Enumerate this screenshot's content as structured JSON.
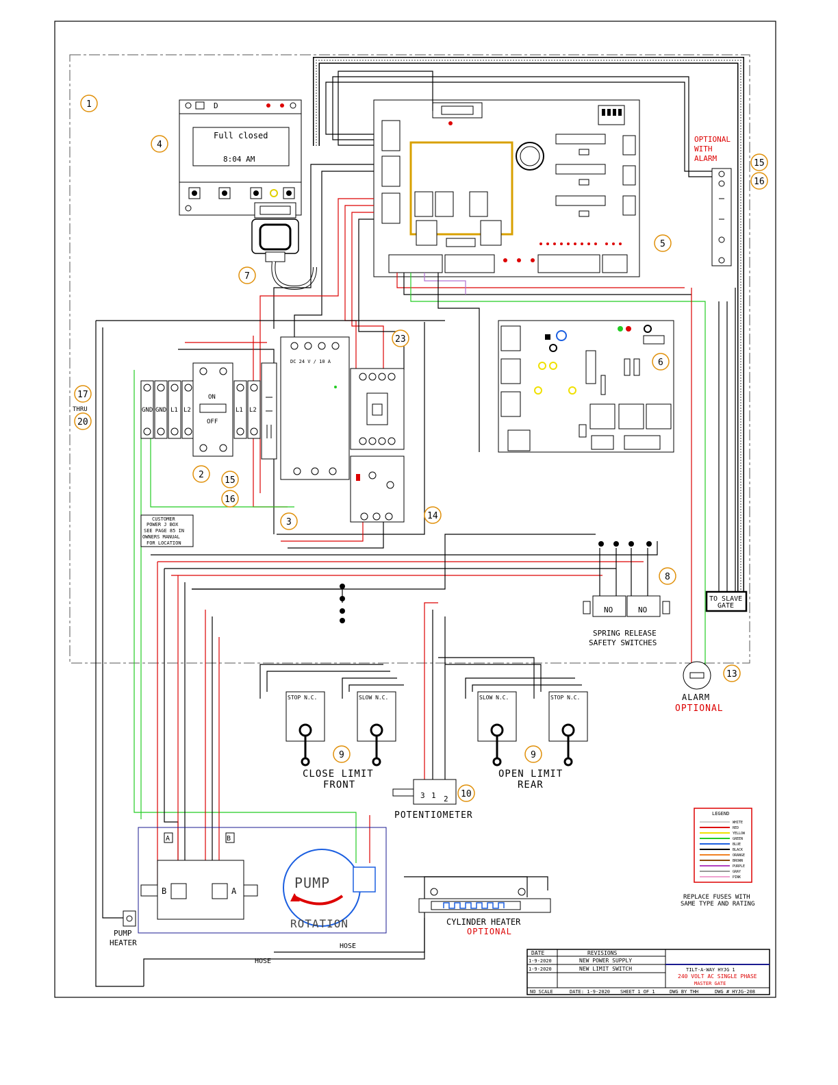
{
  "display": {
    "status_text": "Full closed",
    "time_text": "8:04 AM",
    "panel_letter": "D"
  },
  "callouts": [
    "1",
    "2",
    "3",
    "4",
    "5",
    "6",
    "7",
    "8",
    "9",
    "9",
    "10",
    "13",
    "14",
    "15",
    "16",
    "15",
    "16",
    "17",
    "20",
    "23"
  ],
  "labels": {
    "thru": "THRU",
    "optional_with_alarm": [
      "OPTIONAL",
      "WITH",
      "ALARM"
    ],
    "on": "ON",
    "off": "OFF",
    "terminals": [
      "GND",
      "GND",
      "L1",
      "L2",
      "L1",
      "L2"
    ],
    "customer_box": [
      "CUSTOMER",
      "POWER J BOX",
      "SEE PAGE 85 IN",
      "OWNERS MANUAL",
      "FOR LOCATION"
    ],
    "power_supply": "DC 24 V / 10 A",
    "stop_nc": "STOP N.C.",
    "slow_nc": "SLOW N.C.",
    "close_limit": [
      "CLOSE LIMIT",
      "FRONT"
    ],
    "open_limit": [
      "OPEN LIMIT",
      "REAR"
    ],
    "potentiometer": "POTENTIOMETER",
    "pot_pins": [
      "3",
      "1",
      "2"
    ],
    "spring_release": [
      "SPRING RELEASE",
      "SAFETY SWITCHES"
    ],
    "no": "NO",
    "to_slave_gate": [
      "TO SLAVE",
      "GATE"
    ],
    "alarm": "ALARM",
    "optional": "OPTIONAL",
    "pump": "PUMP",
    "rotation": "ROTATION",
    "port_a": "A",
    "port_b": "B",
    "pump_heater": [
      "PUMP",
      "HEATER"
    ],
    "hose": "HOSE",
    "cylinder_heater": "CYLINDER HEATER",
    "replace_fuses": [
      "REPLACE FUSES WITH",
      "SAME TYPE AND RATING"
    ]
  },
  "legend": {
    "title": "LEGEND",
    "items": [
      {
        "name": "WHITE",
        "color": "#cccccc"
      },
      {
        "name": "RED",
        "color": "#dd0000"
      },
      {
        "name": "YELLOW",
        "color": "#f0e000"
      },
      {
        "name": "GREEN",
        "color": "#22cc22"
      },
      {
        "name": "BLUE",
        "color": "#1a5ee0"
      },
      {
        "name": "BLACK",
        "color": "#000000"
      },
      {
        "name": "ORANGE",
        "color": "#f08020"
      },
      {
        "name": "BROWN",
        "color": "#8a4a10"
      },
      {
        "name": "PURPLE",
        "color": "#b040c0"
      },
      {
        "name": "GRAY",
        "color": "#999999"
      },
      {
        "name": "PINK",
        "color": "#f0a0d0"
      }
    ]
  },
  "title_block": {
    "date_header": "DATE",
    "revisions_header": "REVISIONS",
    "revisions": [
      {
        "date": "1-9-2020",
        "text": "NEW POWER SUPPLY"
      },
      {
        "date": "1-9-2020",
        "text": "NEW LIMIT SWITCH"
      }
    ],
    "product": "TILT-A-WAY HYJG 1",
    "spec": "240 VOLT AC SINGLE PHASE",
    "gate": "MASTER GATE",
    "scale": "NO SCALE",
    "date": "DATE: 1-9-2020",
    "sheet": "SHEET 1 OF 1",
    "drawn_by": "DWG BY THH",
    "dwg_no": "DWG # HYJG-208"
  }
}
